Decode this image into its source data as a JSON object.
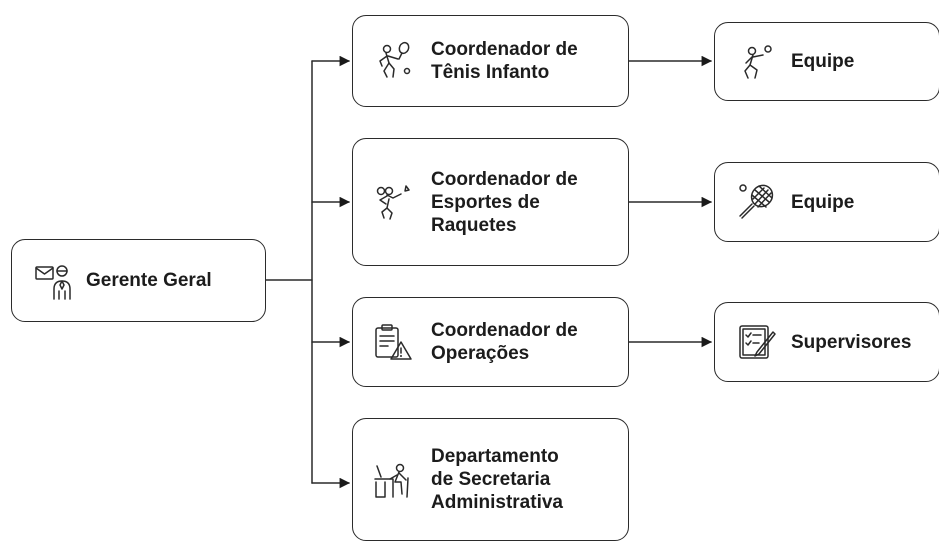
{
  "diagram": {
    "root": {
      "label": "Gerente Geral",
      "icon": "manager-mail-icon"
    },
    "coordinators": [
      {
        "label": "Coordenador de\nTênis Infanto",
        "icon": "tennis-player-icon"
      },
      {
        "label": "Coordenador de\nEsportes de\nRaquetes",
        "icon": "badminton-player-icon"
      },
      {
        "label": "Coordenador de\nOperações",
        "icon": "clipboard-warning-icon"
      },
      {
        "label": "Departamento\nde Secretaria\nAdministrativa",
        "icon": "desk-worker-icon"
      }
    ],
    "teams": [
      {
        "label": "Equipe",
        "icon": "player-ball-icon"
      },
      {
        "label": "Equipe",
        "icon": "racket-ball-icon"
      },
      {
        "label": "Supervisores",
        "icon": "checklist-pencil-icon"
      }
    ]
  }
}
